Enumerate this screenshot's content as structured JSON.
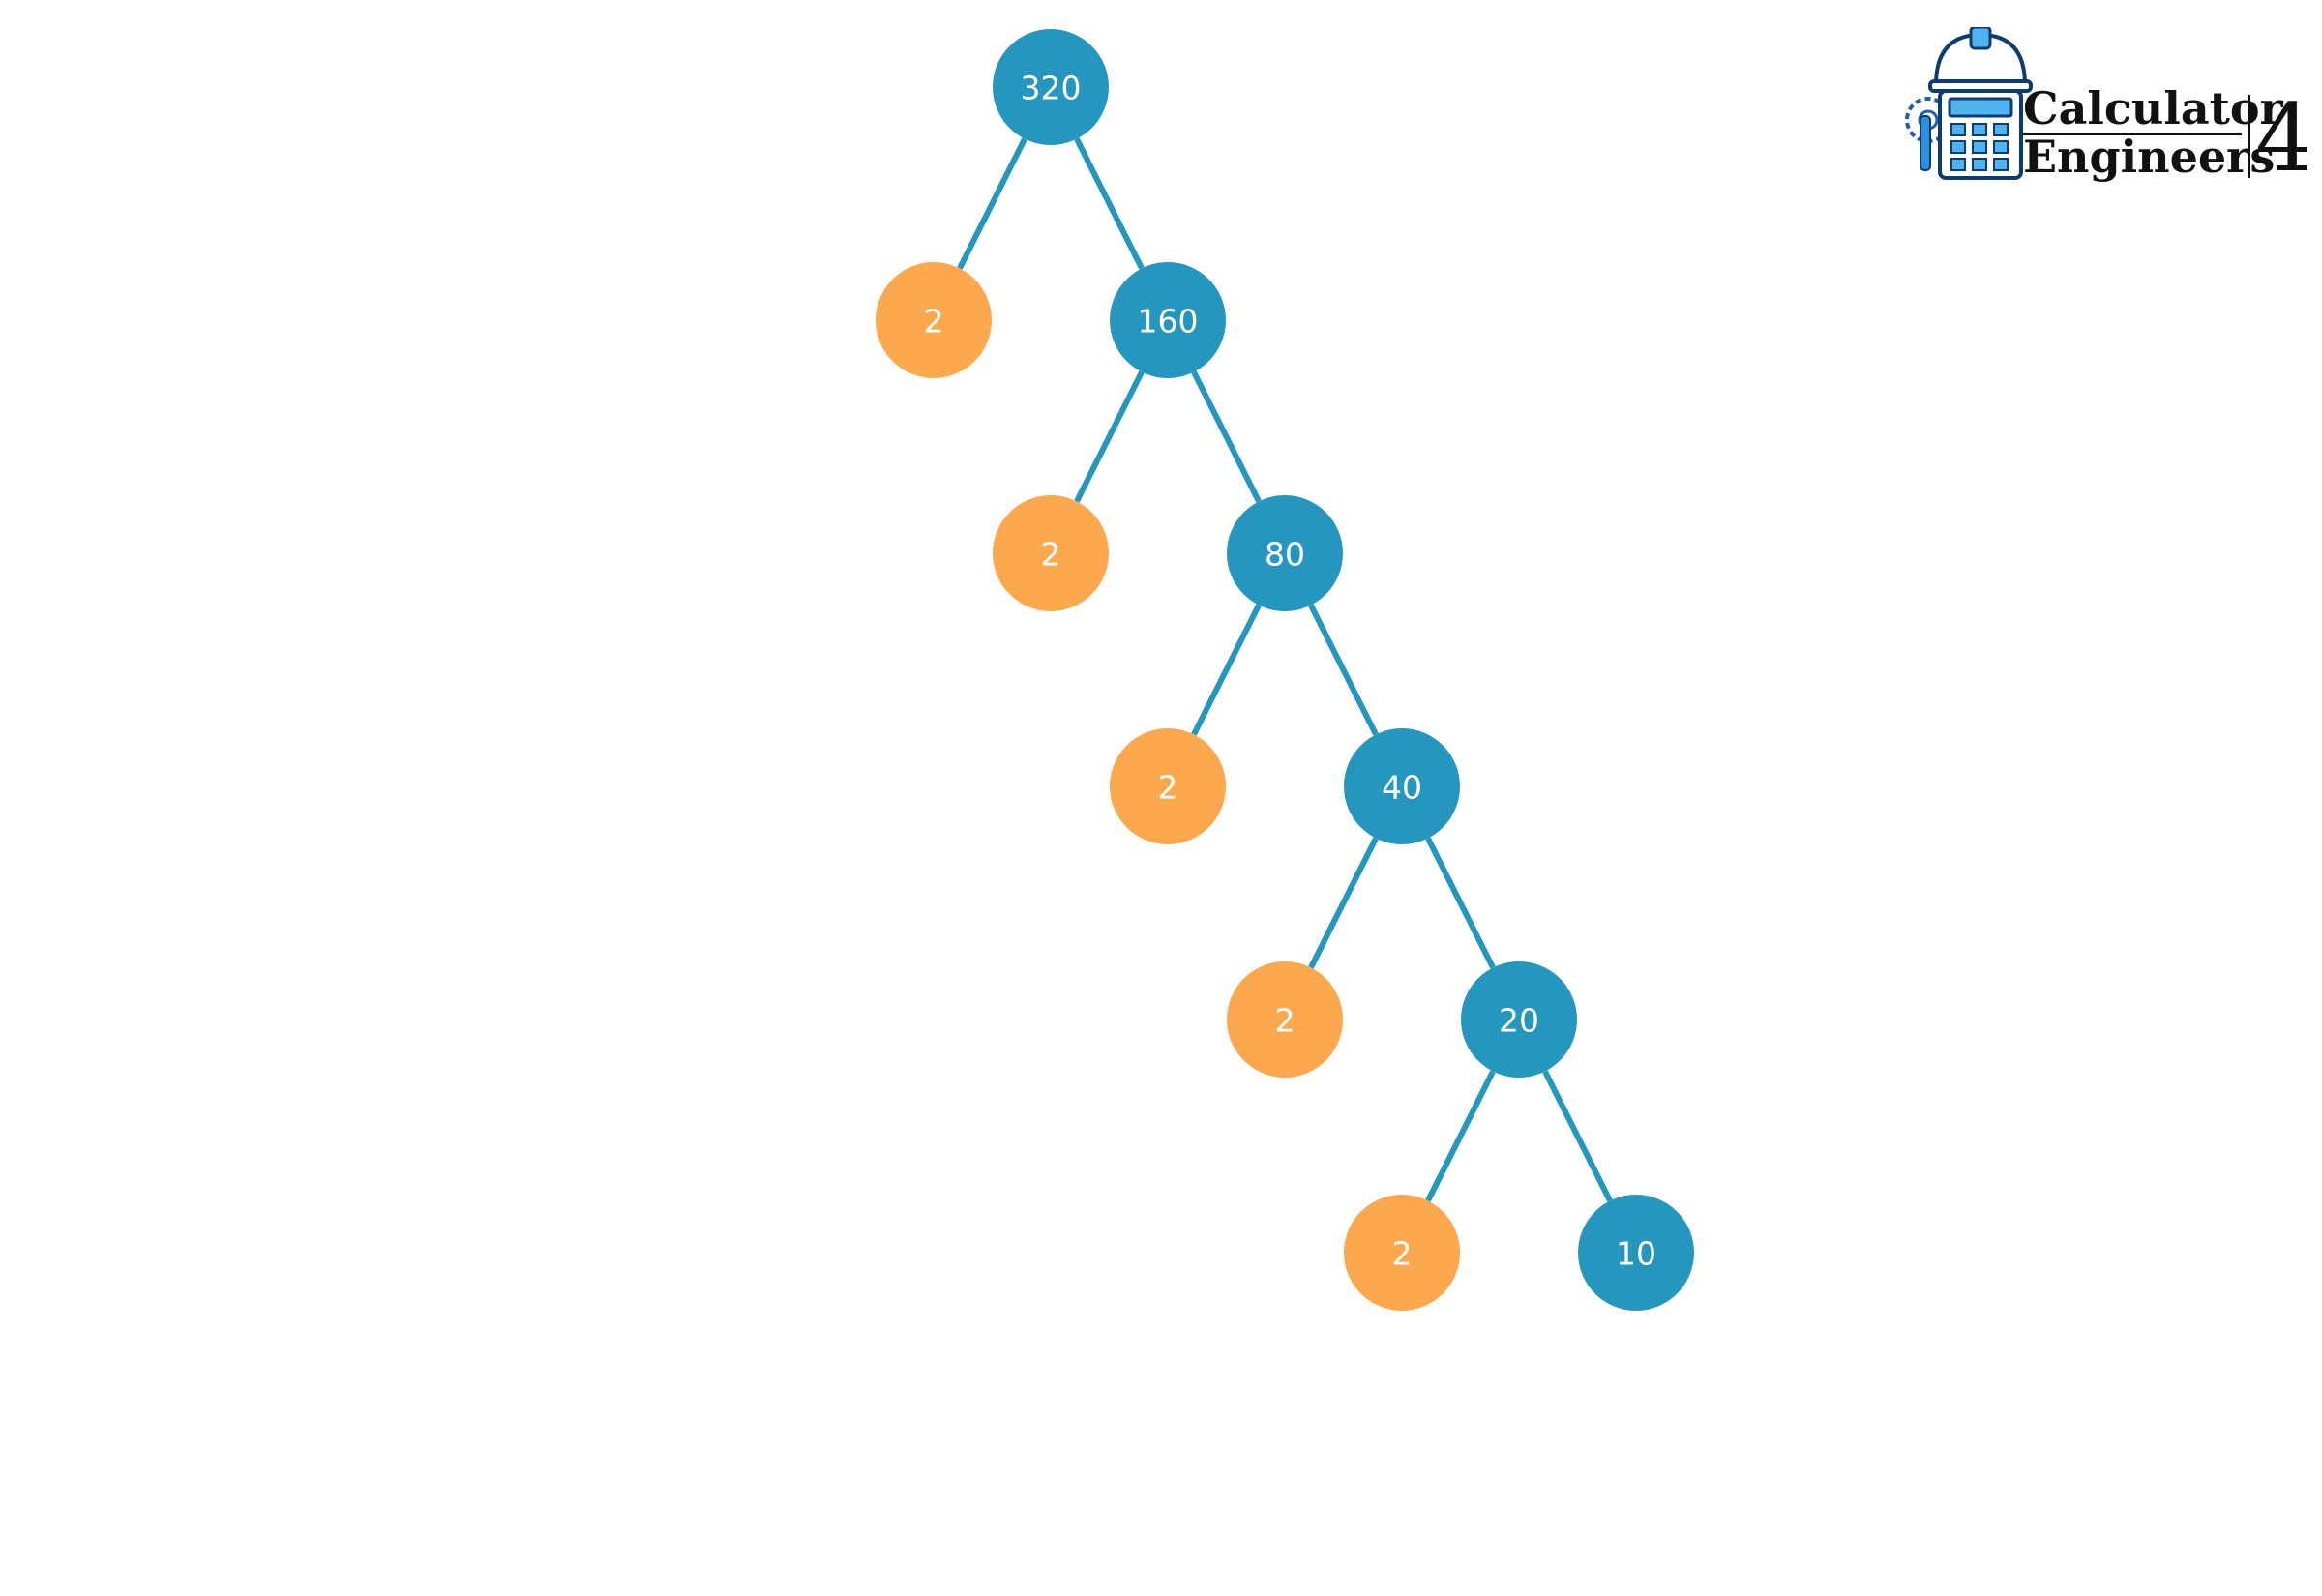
{
  "colors": {
    "composite": "#2596be",
    "prime": "#fca84e",
    "edge": "#2596be",
    "label": "#ffffff"
  },
  "tree": {
    "nodes": [
      {
        "id": "n320",
        "label": "320",
        "kind": "composite"
      },
      {
        "id": "p1",
        "label": "2",
        "kind": "prime"
      },
      {
        "id": "n160",
        "label": "160",
        "kind": "composite"
      },
      {
        "id": "p2",
        "label": "2",
        "kind": "prime"
      },
      {
        "id": "n80",
        "label": "80",
        "kind": "composite"
      },
      {
        "id": "p3",
        "label": "2",
        "kind": "prime"
      },
      {
        "id": "n40",
        "label": "40",
        "kind": "composite"
      },
      {
        "id": "p4",
        "label": "2",
        "kind": "prime"
      },
      {
        "id": "n20",
        "label": "20",
        "kind": "composite"
      },
      {
        "id": "p5",
        "label": "2",
        "kind": "prime"
      },
      {
        "id": "n10",
        "label": "10",
        "kind": "composite"
      }
    ],
    "edges": [
      [
        "n320",
        "p1"
      ],
      [
        "n320",
        "n160"
      ],
      [
        "n160",
        "p2"
      ],
      [
        "n160",
        "n80"
      ],
      [
        "n80",
        "p3"
      ],
      [
        "n80",
        "n40"
      ],
      [
        "n40",
        "p4"
      ],
      [
        "n40",
        "n20"
      ],
      [
        "n20",
        "p5"
      ],
      [
        "n20",
        "n10"
      ]
    ]
  },
  "logo": {
    "line1": "Calculator",
    "line2": "Engineers",
    "suffix": "4",
    "icon": "calculator-hardhat-icon"
  }
}
